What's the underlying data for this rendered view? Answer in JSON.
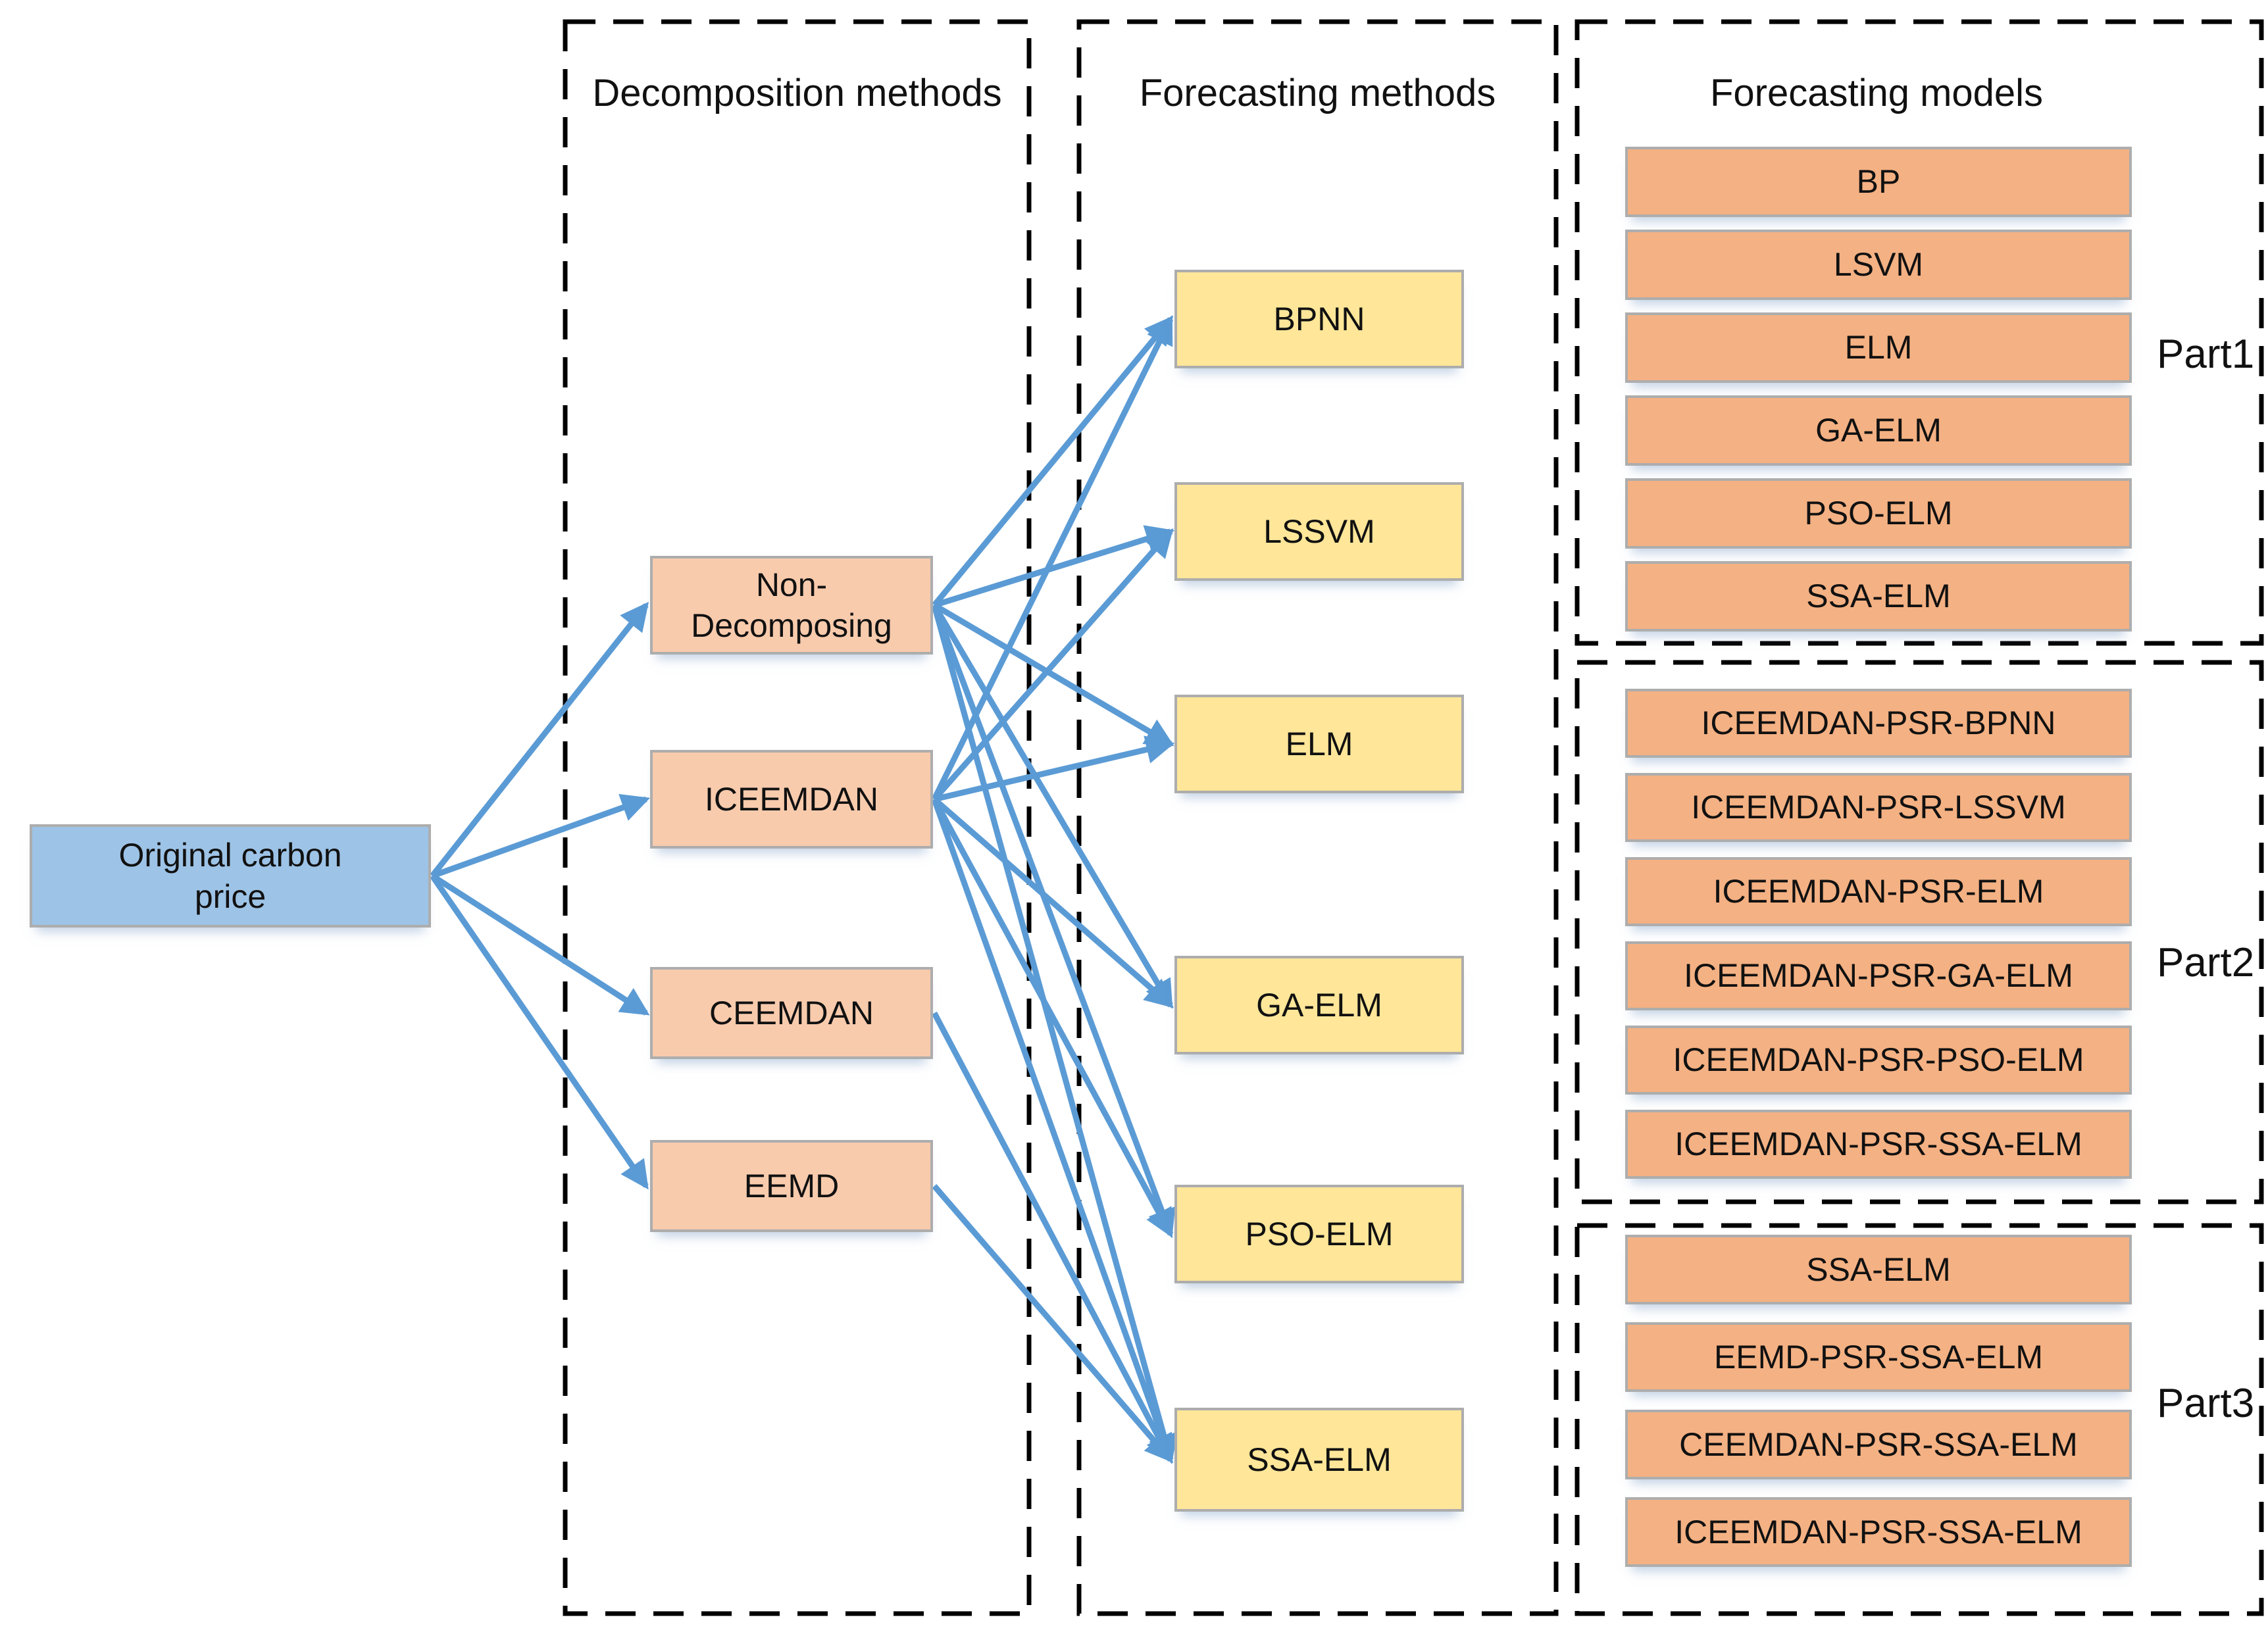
{
  "diagram": {
    "source": {
      "id": "original",
      "label": "Original carbon price"
    },
    "decomposition": {
      "title": "Decomposition methods",
      "items": [
        {
          "id": "non-decomposing",
          "label": "Non-Decomposing"
        },
        {
          "id": "iceemdan",
          "label": "ICEEMDAN"
        },
        {
          "id": "ceemdan",
          "label": "CEEMDAN"
        },
        {
          "id": "eemd",
          "label": "EEMD"
        }
      ]
    },
    "methods": {
      "title": "Forecasting methods",
      "items": [
        {
          "id": "bpnn",
          "label": "BPNN"
        },
        {
          "id": "lssvm",
          "label": "LSSVM"
        },
        {
          "id": "elm",
          "label": "ELM"
        },
        {
          "id": "ga-elm",
          "label": "GA-ELM"
        },
        {
          "id": "pso-elm",
          "label": "PSO-ELM"
        },
        {
          "id": "ssa-elm",
          "label": "SSA-ELM"
        }
      ]
    },
    "models": {
      "title": "Forecasting models",
      "parts": [
        {
          "label": "Part1",
          "items": [
            "BP",
            "LSVM",
            "ELM",
            "GA-ELM",
            "PSO-ELM",
            "SSA-ELM"
          ]
        },
        {
          "label": "Part2",
          "items": [
            "ICEEMDAN-PSR-BPNN",
            "ICEEMDAN-PSR-LSSVM",
            "ICEEMDAN-PSR-ELM",
            "ICEEMDAN-PSR-GA-ELM",
            "ICEEMDAN-PSR-PSO-ELM",
            "ICEEMDAN-PSR-SSA-ELM"
          ]
        },
        {
          "label": "Part3",
          "items": [
            "SSA-ELM",
            "EEMD-PSR-SSA-ELM",
            "CEEMDAN-PSR-SSA-ELM",
            "ICEEMDAN-PSR-SSA-ELM"
          ]
        }
      ]
    },
    "edges": [
      {
        "from": "original",
        "to": "non-decomposing"
      },
      {
        "from": "original",
        "to": "iceemdan"
      },
      {
        "from": "original",
        "to": "ceemdan"
      },
      {
        "from": "original",
        "to": "eemd"
      },
      {
        "from": "non-decomposing",
        "to": "bpnn"
      },
      {
        "from": "non-decomposing",
        "to": "lssvm"
      },
      {
        "from": "non-decomposing",
        "to": "elm"
      },
      {
        "from": "non-decomposing",
        "to": "ga-elm"
      },
      {
        "from": "non-decomposing",
        "to": "pso-elm"
      },
      {
        "from": "non-decomposing",
        "to": "ssa-elm"
      },
      {
        "from": "iceemdan",
        "to": "bpnn"
      },
      {
        "from": "iceemdan",
        "to": "lssvm"
      },
      {
        "from": "iceemdan",
        "to": "elm"
      },
      {
        "from": "iceemdan",
        "to": "ga-elm"
      },
      {
        "from": "iceemdan",
        "to": "pso-elm"
      },
      {
        "from": "iceemdan",
        "to": "ssa-elm"
      },
      {
        "from": "ceemdan",
        "to": "ssa-elm"
      },
      {
        "from": "eemd",
        "to": "ssa-elm"
      }
    ],
    "colors": {
      "source_fill": "#9DC3E6",
      "decomposition_fill": "#F8CBAD",
      "methods_fill": "#FFE699",
      "models_fill": "#F4B183",
      "arrow": "#5B9BD5",
      "box_border": "#ADADAD",
      "frame_border": "#000000"
    }
  }
}
